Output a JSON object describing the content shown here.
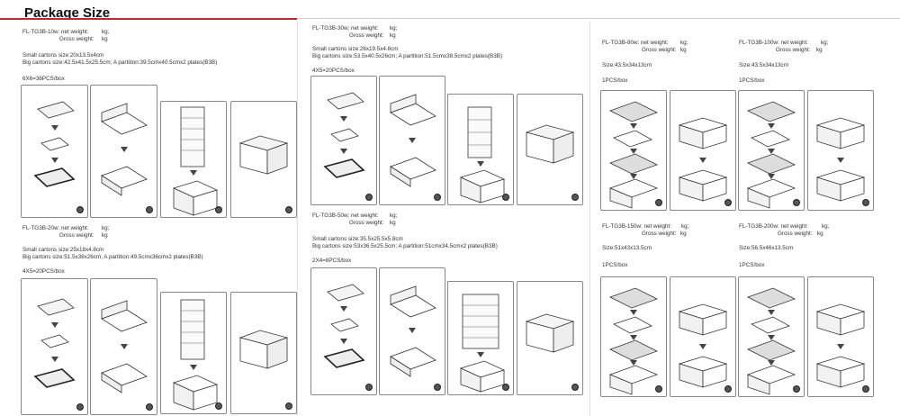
{
  "header": {
    "title": "Package Size"
  },
  "sections": {
    "s10w": {
      "model_net": "FL-TG3B-10w: net weight:",
      "net_unit": "kg;",
      "gross": "Gross weight:",
      "gross_unit": "kg",
      "small": "Small cartons size:20x13.5x4cm",
      "big": "Big cartons size:42.5x41.5x25.5cm; A partition:39.5cmx40.5cmx2 plates(B3B)",
      "pcs": "6X6=36PCS/box"
    },
    "s20w": {
      "model_net": "FL-TG3B-20w: net weight:",
      "net_unit": "kg;",
      "gross": "Gross weight:",
      "gross_unit": "kg",
      "small": "Small cartons size:25x18x4.8cm",
      "big": "Big cartons size:51.5x38x26cm; A partition:49.5cmx36cmx2 plates(B3B)",
      "pcs": "4X5=20PCS/box"
    },
    "s30w": {
      "model_net": "FL-TG3B-30w: net weight:",
      "net_unit": "kg;",
      "gross": "Gross weight:",
      "gross_unit": "kg",
      "small": "Small cartons size:26x19.5x4.8cm",
      "big": "Big cartons size:53.5x40.5x26cm; A partition:51.5cmx38.5cmx2 plates(B3B)",
      "pcs": "4X5=20PCS/box"
    },
    "s50w": {
      "model_net": "FL-TG3B-50w: net weight:",
      "net_unit": "kg;",
      "gross": "Gross weight:",
      "gross_unit": "kg",
      "small": "Small cartons size:35.5x25.5x5.8cm",
      "big": "Big cartons size:53x36.5x25.5cm; A partition:51cmx34.5cmx2 plates(B3B)",
      "pcs": "2X4=8PCS/box"
    },
    "s80w": {
      "model_net": "FL-TG3B-80w: net weight:",
      "net_unit": "kg;",
      "gross": "Gross weight:",
      "gross_unit": "kg",
      "size": "Size:43.5x34x13cm",
      "pcs": "1PCS/box"
    },
    "s100w": {
      "model_net": "FL-TG3B-100w: net weight:",
      "net_unit": "kg;",
      "gross": "Gross weight:",
      "gross_unit": "kg",
      "size": "Size:43.5x34x13cm",
      "pcs": "1PCS/box"
    },
    "s150w": {
      "model_net": "FL-TG3B-150w: net weight:",
      "net_unit": "kg;",
      "gross": "Gross weight:",
      "gross_unit": "kg",
      "size": "Size:51x43x13.5cm",
      "pcs": "1PCS/box"
    },
    "s200w": {
      "model_net": "FL-TG3B-200w: net weight:",
      "net_unit": "kg;",
      "gross": "Gross weight:",
      "gross_unit": "kg",
      "size": "Size:56.5x46x13.5cm",
      "pcs": "1PCS/box"
    }
  }
}
